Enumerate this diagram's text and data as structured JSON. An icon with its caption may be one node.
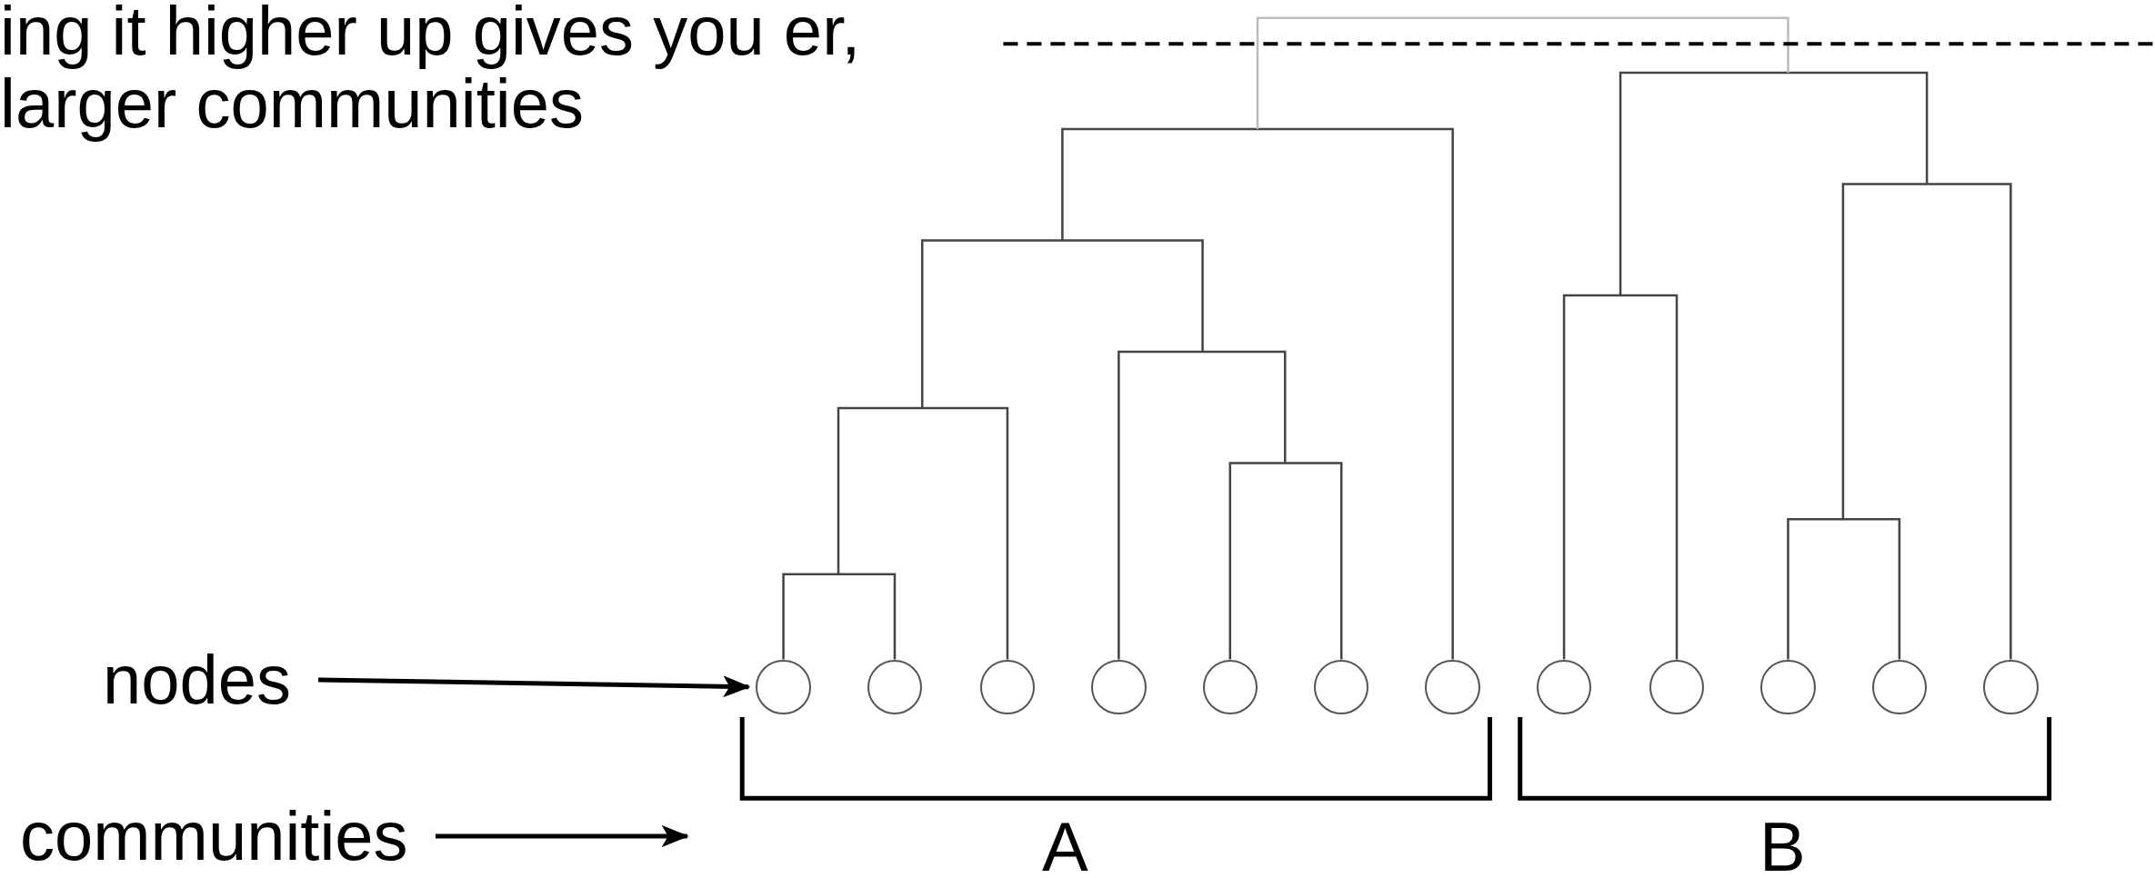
{
  "diagram": {
    "nodes": [
      {
        "text": [],
        "shape": "circle"
      },
      {
        "text": [],
        "shape": "circle"
      },
      {
        "text": [],
        "shape": "circle"
      },
      {
        "text": [],
        "shape": "circle"
      },
      {
        "text": [],
        "shape": "circle"
      },
      {
        "text": [],
        "shape": "circle"
      },
      {
        "text": [],
        "shape": "circle"
      },
      {
        "text": [],
        "shape": "circle"
      },
      {
        "text": [],
        "shape": "circle"
      },
      {
        "text": [],
        "shape": "circle"
      },
      {
        "text": [],
        "shape": "circle"
      },
      {
        "text": [],
        "shape": "circle"
      },
      {
        "text": [
          "nodes"
        ]
      },
      {
        "text": [
          "communities"
        ]
      }
    ],
    "edges": [
      {
        "from": 12,
        "to": 0,
        "arrow": "to"
      },
      {
        "from": 13,
        "to": null,
        "arrow": "to"
      }
    ],
    "labels": [
      "ing it higher up gives you er, larger communities",
      "A",
      "B"
    ]
  }
}
